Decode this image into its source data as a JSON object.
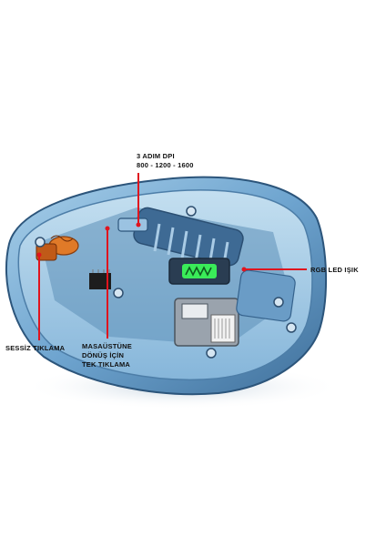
{
  "image": {
    "subject": "wireless mouse cutaway",
    "accent_color": "#e0141e",
    "shell_color": "#7fb1d6",
    "led_color": "#3cff5a"
  },
  "callouts": {
    "dpi": {
      "line1": "3 ADIM DPI",
      "line2": "800 - 1200 - 1600"
    },
    "rgb_led": {
      "line1": "RGB LED IŞIK"
    },
    "silent_click": {
      "line1": "SESSİZ TIKLAMA"
    },
    "desktop_click": {
      "line1": "MASAÜSTÜNE",
      "line2": "DÖNÜŞ İÇİN",
      "line3": "TEK TIKLAMA"
    }
  }
}
